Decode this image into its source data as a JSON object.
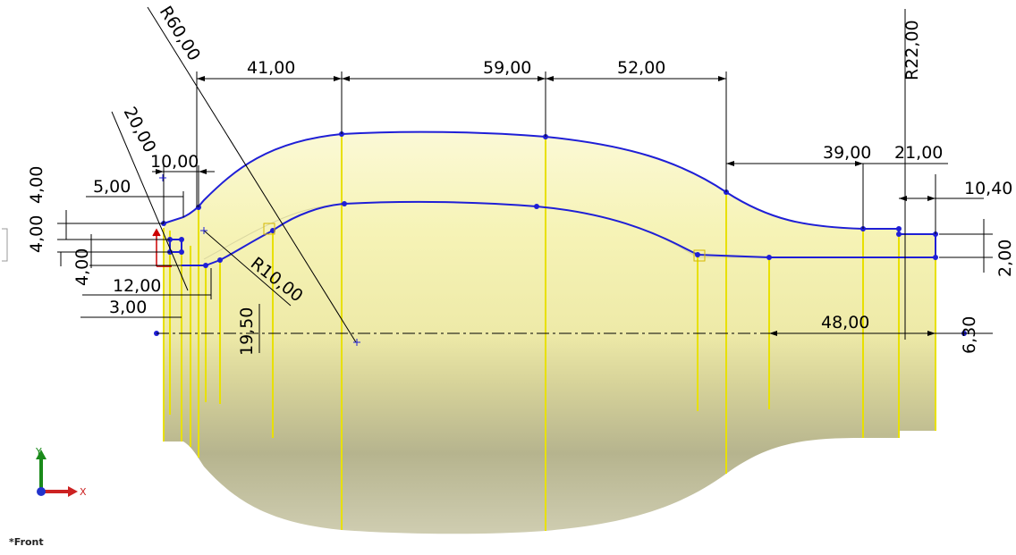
{
  "view": {
    "name": "*Front"
  },
  "triad": {
    "x_label": "X",
    "y_label": "Y"
  },
  "colors": {
    "sketch": "#1f1fd6",
    "dimension": "#000000",
    "body": "#f3f0a6",
    "edge": "#e8e000"
  },
  "dimensions": {
    "r60": "R60,00",
    "d41": "41,00",
    "d59": "59,00",
    "d52": "52,00",
    "r22": "R22,00",
    "d20": "20,00",
    "d10": "10,00",
    "d5": "5,00",
    "d4a": "4,00",
    "d4b": "4,00",
    "d4c": "4,00",
    "d12": "12,00",
    "d3": "3,00",
    "r10": "R10,00",
    "d19_5": "19,50",
    "d39": "39,00",
    "d21": "21,00",
    "d10_4": "10,40",
    "d2": "2,00",
    "d48": "48,00",
    "d6_3": "6,30"
  }
}
